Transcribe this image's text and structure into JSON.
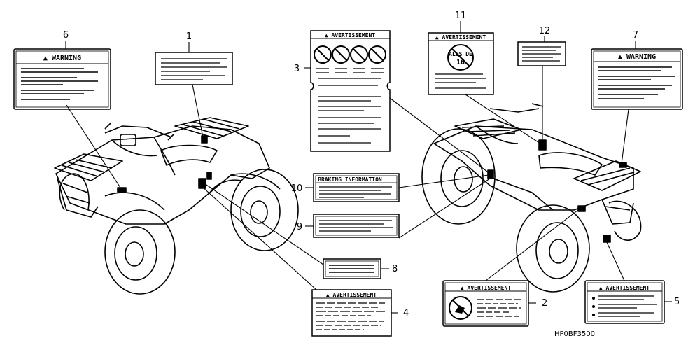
{
  "callouts": {
    "n1": "1",
    "n2": "2",
    "n3": "3",
    "n4": "4",
    "n5": "5",
    "n6": "6",
    "n7": "7",
    "n8": "8",
    "n9": "9",
    "n10": "10",
    "n11": "11",
    "n12": "12"
  },
  "labels": {
    "warning": "▲ WARNING",
    "avertissement": "▲ AVERTISSEMENT",
    "braking_information": "BRAKING INFORMATION",
    "age_limit": "16",
    "age_text": "ALOS DE"
  },
  "diagram_code": "HP0BF3500"
}
